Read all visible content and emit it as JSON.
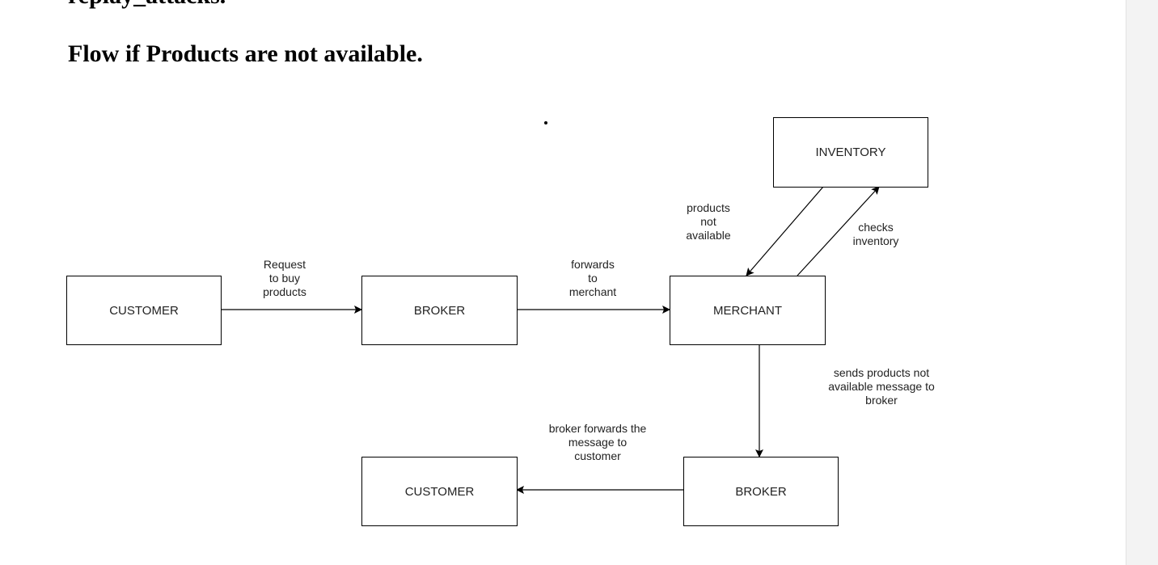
{
  "document": {
    "previous_line_fragment": "replay_attacks.",
    "heading": "Flow if Products are not available."
  },
  "diagram": {
    "nodes": {
      "customer_top": "CUSTOMER",
      "broker_top": "BROKER",
      "merchant": "MERCHANT",
      "inventory": "INVENTORY",
      "broker_bottom": "BROKER",
      "customer_bottom": "CUSTOMER"
    },
    "edges": {
      "request_to_buy": [
        "Request",
        "to buy",
        "products"
      ],
      "forwards_to_merchant": [
        "forwards",
        "to",
        "merchant"
      ],
      "checks_inventory": [
        "checks",
        "inventory"
      ],
      "products_not_available": [
        "products",
        "not",
        "available"
      ],
      "sends_message_to_broker": [
        "sends products not",
        "available message to",
        "broker"
      ],
      "broker_forwards_message": [
        "broker forwards the",
        "message to",
        "customer"
      ]
    }
  }
}
